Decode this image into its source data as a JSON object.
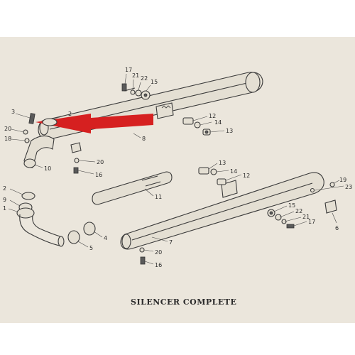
{
  "title": "SILENCER COMPLETE",
  "arrow_color": "#d62020",
  "labels": {
    "n17a": "17",
    "n21a": "21",
    "n22a": "22",
    "n15a": "15",
    "n3": "3",
    "n2a": "2",
    "n20a": "20",
    "n18": "18",
    "n10": "10",
    "n8": "8",
    "n12a": "12",
    "n14a": "14",
    "n13a": "13",
    "n20b": "20",
    "n16a": "16",
    "n13b": "13",
    "n14b": "14",
    "n12b": "12",
    "n11": "11",
    "n2b": "2",
    "n9": "9",
    "n1": "1",
    "n4": "4",
    "n5": "5",
    "n7": "7",
    "n20c": "20",
    "n16b": "16",
    "n15b": "15",
    "n22b": "22",
    "n21b": "21",
    "n17b": "17",
    "n19": "19",
    "n23": "23",
    "n6": "6"
  }
}
